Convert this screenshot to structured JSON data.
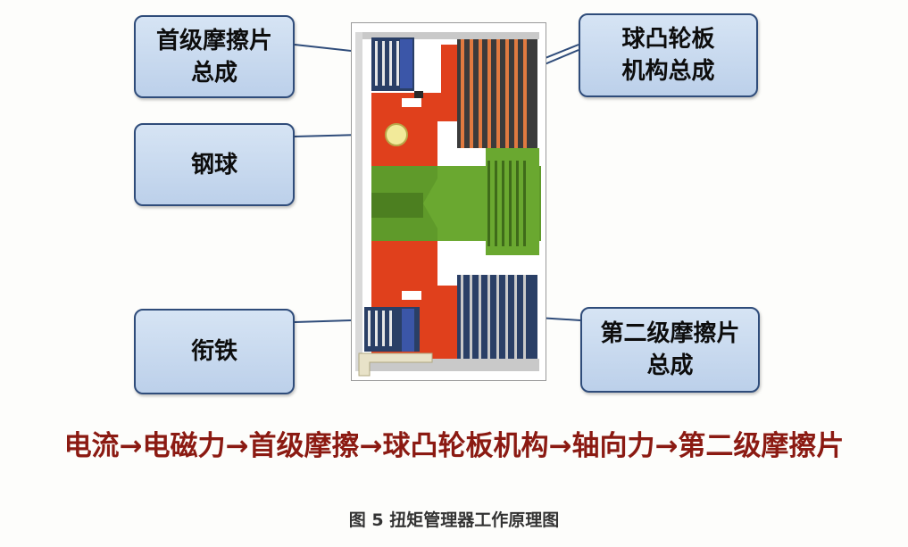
{
  "labels": {
    "first_friction": [
      "首级摩擦片",
      "总成"
    ],
    "ball_cam": [
      "球凸轮板",
      "机构总成"
    ],
    "steel_ball": [
      "钢球"
    ],
    "armature": [
      "衔铁"
    ],
    "second_friction": [
      "第二级摩擦片",
      "总成"
    ]
  },
  "flow": "电流→电磁力→首级摩擦→球凸轮板机构→轴向力→第二级摩擦片",
  "caption": "图 5  扭矩管理器工作原理图",
  "colors": {
    "label_fill": "#c8daf0",
    "label_border": "#2f4c7a",
    "red_part": "#e0401c",
    "green_part": "#5f9a2a",
    "plate_dark": "#2a3f66",
    "flow_text": "#8b1a12"
  }
}
